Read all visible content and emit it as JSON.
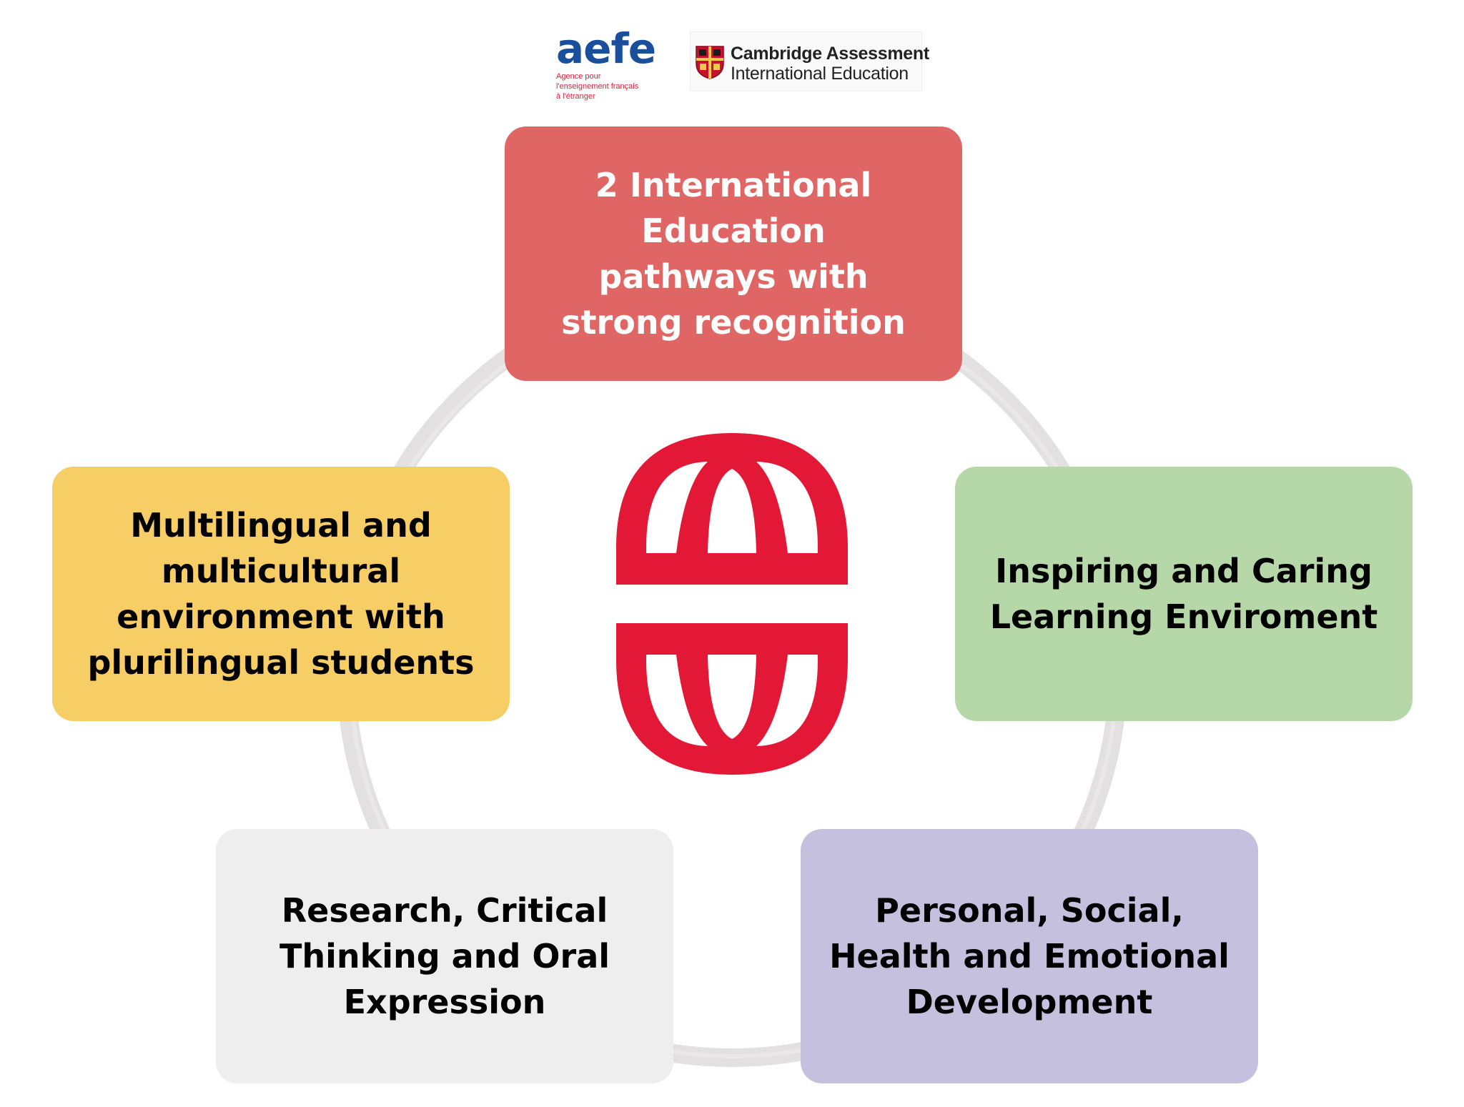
{
  "logos": {
    "aefe": {
      "wordmark": "aefe",
      "tagline_lines": [
        "Agence pour",
        "l'enseignement français",
        "à l'étranger"
      ]
    },
    "cambridge": {
      "line1": "Cambridge Assessment",
      "line2": "International Education"
    }
  },
  "pillars": [
    {
      "label": "2 International\nEducation\npathways with\nstrong recognition",
      "color": "#e06666"
    },
    {
      "label": "Multilingual and\nmulticultural\nenvironment with\nplurilingual students",
      "color": "#f7cd65"
    },
    {
      "label": "Inspiring and Caring\nLearning Enviroment",
      "color": "#b6d7a8"
    },
    {
      "label": "Research, Critical\nThinking and Oral\nExpression",
      "color": "#eeeeee"
    },
    {
      "label": "Personal, Social,\nHealth and Emotional\nDevelopment",
      "color": "#c5c0dd"
    }
  ],
  "colors": {
    "ring": "#e2e0e0",
    "emblem": "#e31837"
  }
}
